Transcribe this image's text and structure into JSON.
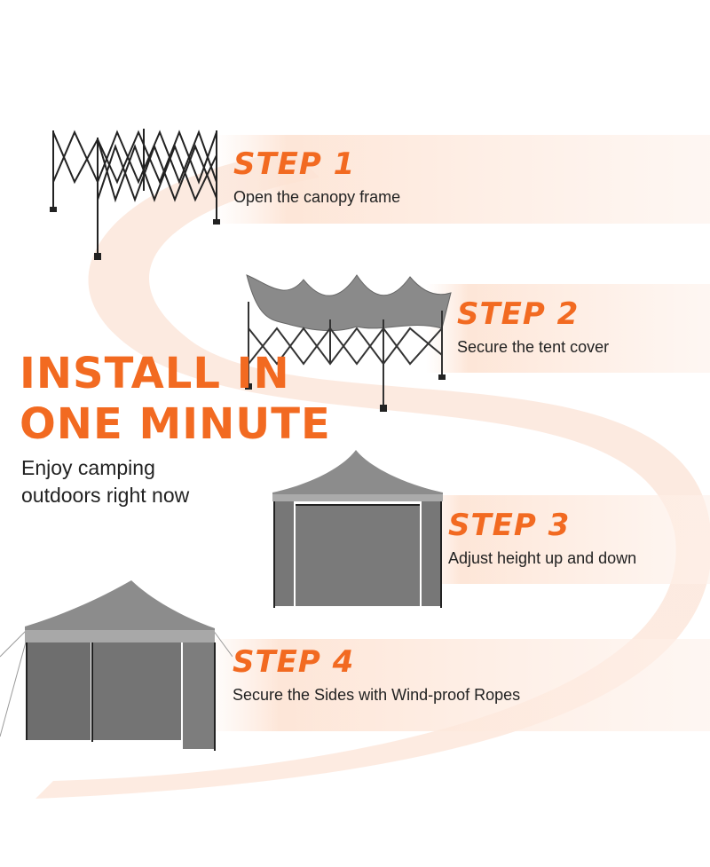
{
  "colors": {
    "accent": "#f26a21",
    "band": "#fbe3d6",
    "tent": "#808080",
    "frame": "#222222"
  },
  "headline": {
    "line1": "INSTALL IN",
    "line2": "ONE MINUTE"
  },
  "subline": {
    "line1": "Enjoy camping",
    "line2": "outdoors right now"
  },
  "steps": [
    {
      "title": "STEP 1",
      "desc": "Open the canopy frame"
    },
    {
      "title": "STEP 2",
      "desc": "Secure the tent cover"
    },
    {
      "title": "STEP 3",
      "desc": "Adjust height up and down"
    },
    {
      "title": "STEP 4",
      "desc": "Secure the Sides with Wind-proof Ropes"
    }
  ]
}
